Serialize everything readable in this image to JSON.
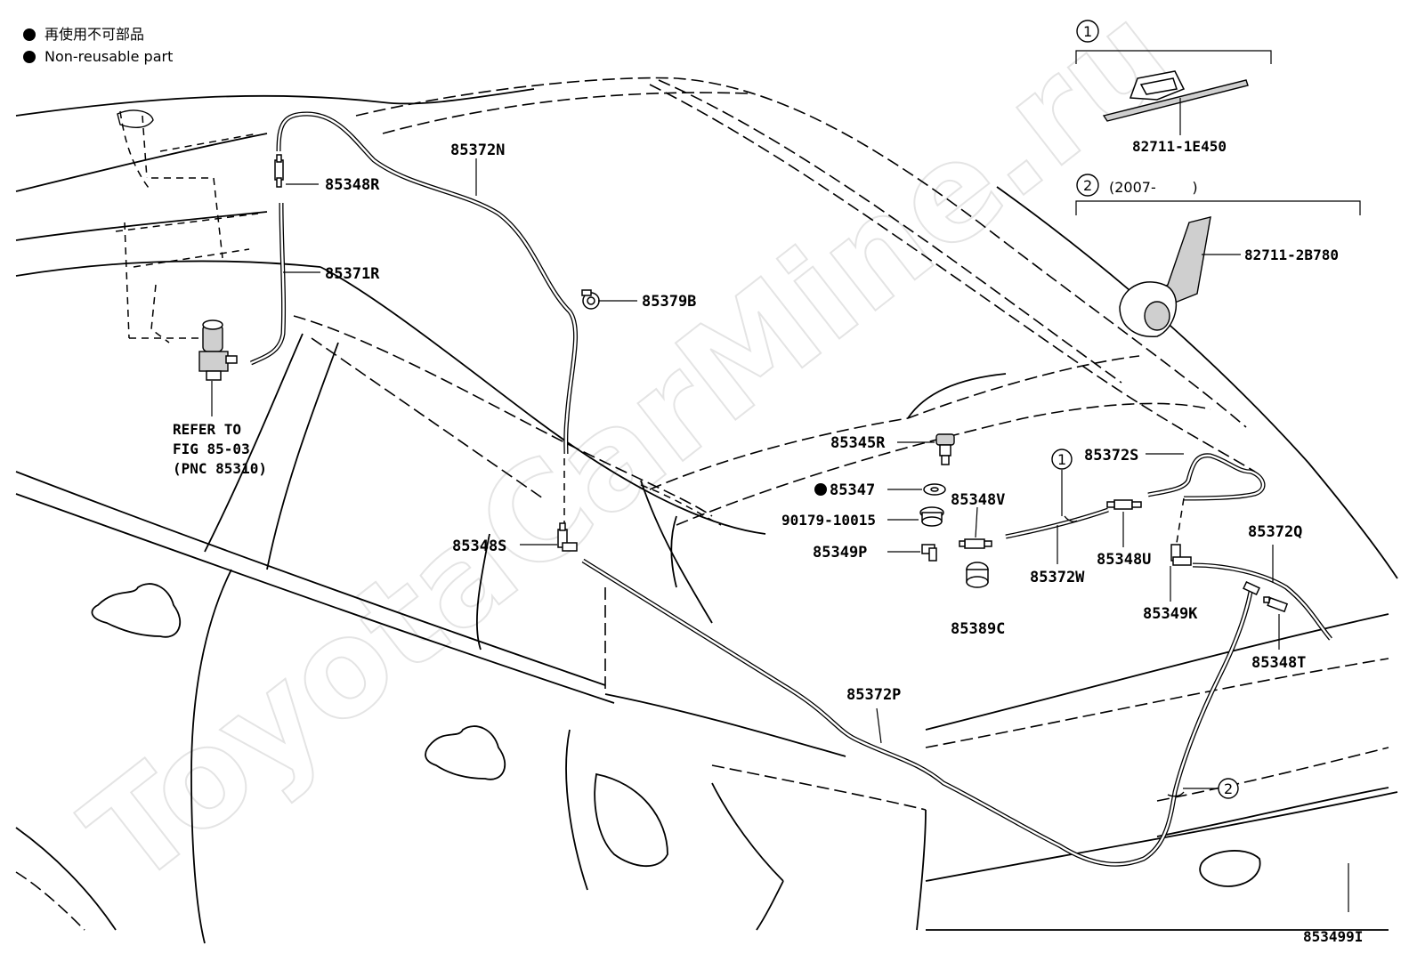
{
  "legend": {
    "line1": "再使用不可部品",
    "line2": "Non-reusable part"
  },
  "watermark": "ToyotaCarMine.ru",
  "insets": {
    "one": {
      "marker": "1",
      "part": "82711-1E450"
    },
    "two": {
      "marker": "2",
      "note": "(2007-        )",
      "part": "82711-2B780"
    }
  },
  "labels": {
    "p85372N": "85372N",
    "p85348R": "85348R",
    "p85371R": "85371R",
    "p85379B": "85379B",
    "refer1": "REFER TO",
    "refer2": "FIG 85-03",
    "refer3": "(PNC 85310)",
    "p85345R": "85345R",
    "p85347": "85347",
    "p90179": "90179-10015",
    "p85349P": "85349P",
    "p85348V": "85348V",
    "p85389C": "85389C",
    "p85372S": "85372S",
    "p85372W": "85372W",
    "p85348U": "85348U",
    "p85349K": "85349K",
    "p85372Q": "85372Q",
    "p85348T": "85348T",
    "p85348S": "85348S",
    "p85372P": "85372P",
    "marker1": "1",
    "marker2": "2",
    "figure_id": "853499I"
  }
}
